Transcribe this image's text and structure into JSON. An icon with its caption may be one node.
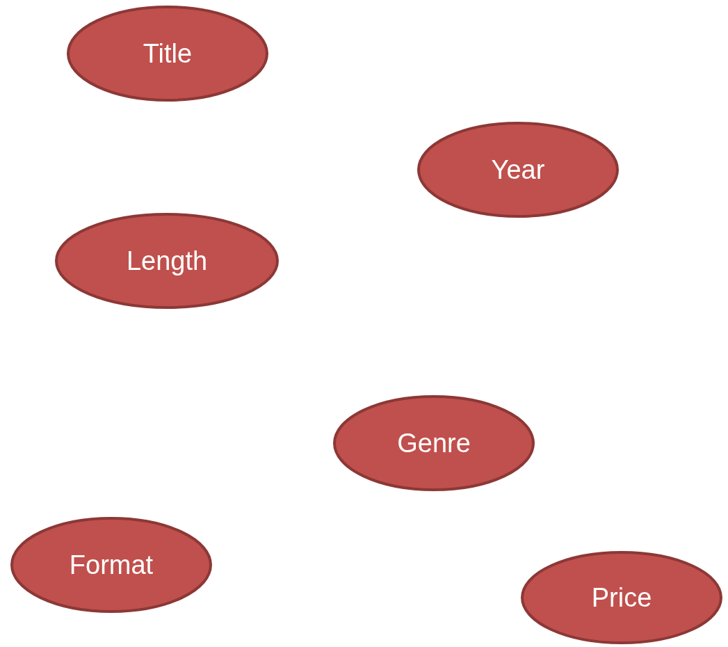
{
  "diagram": {
    "nodes": [
      {
        "text": [
          "Title"
        ]
      },
      {
        "text": [
          "Year"
        ]
      },
      {
        "text": [
          "Length"
        ]
      },
      {
        "text": [
          "Genre"
        ]
      },
      {
        "text": [
          "Format"
        ]
      },
      {
        "text": [
          "Price"
        ]
      }
    ],
    "edges": []
  }
}
